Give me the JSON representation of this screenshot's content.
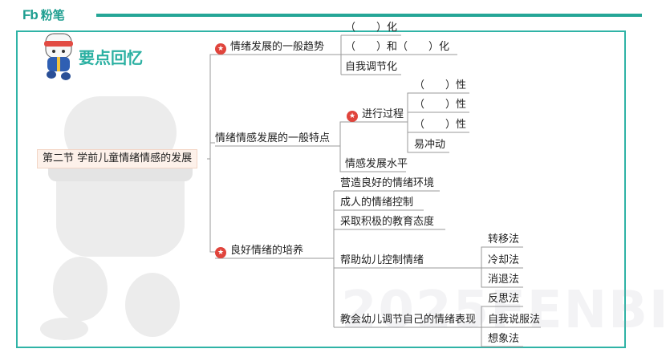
{
  "header": {
    "brand_mark": "Fb",
    "brand_name": "粉笔"
  },
  "section_title": "要点回忆",
  "watermark": "2025FENBI",
  "root": "第二节 学前儿童情绪情感的发展",
  "branches": {
    "trend": {
      "label": "情绪发展的一般趋势",
      "items": [
        "（　　）化",
        "（　　）和（　　）化",
        "自我调节化"
      ]
    },
    "features": {
      "label": "情绪情感发展的一般特点",
      "process": {
        "label": "进行过程",
        "items": [
          "（　　）性",
          "（　　）性",
          "（　　）性",
          "易冲动"
        ]
      },
      "level": "情感发展水平"
    },
    "cultivation": {
      "label": "良好情绪的培养",
      "items": [
        "营造良好的情绪环境",
        "成人的情绪控制",
        "采取积极的教育态度",
        "帮助幼儿控制情绪",
        "教会幼儿调节自己的情绪表现"
      ],
      "control_methods": [
        "转移法",
        "冷却法",
        "消退法"
      ],
      "regulate_methods": [
        "反思法",
        "自我说服法",
        "想象法"
      ]
    }
  },
  "colors": {
    "teal": "#25a697",
    "star_red": "#e0443c",
    "line": "#999999"
  }
}
